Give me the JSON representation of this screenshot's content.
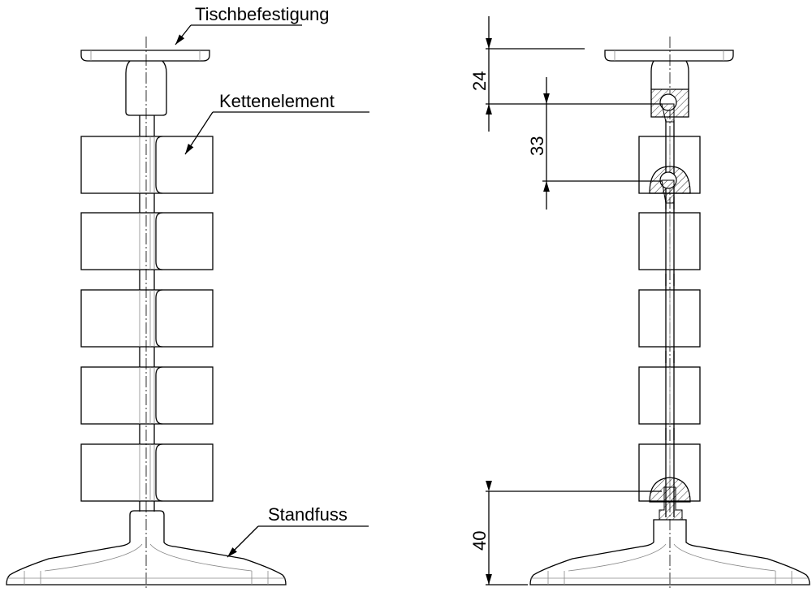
{
  "labels": {
    "table_mount": "Tischbefestigung",
    "chain_element": "Kettenelement",
    "base_foot": "Standfuss"
  },
  "dimensions": {
    "mount_height": "24",
    "element_pitch": "33",
    "foot_height": "40"
  },
  "chain_element_count": 5
}
